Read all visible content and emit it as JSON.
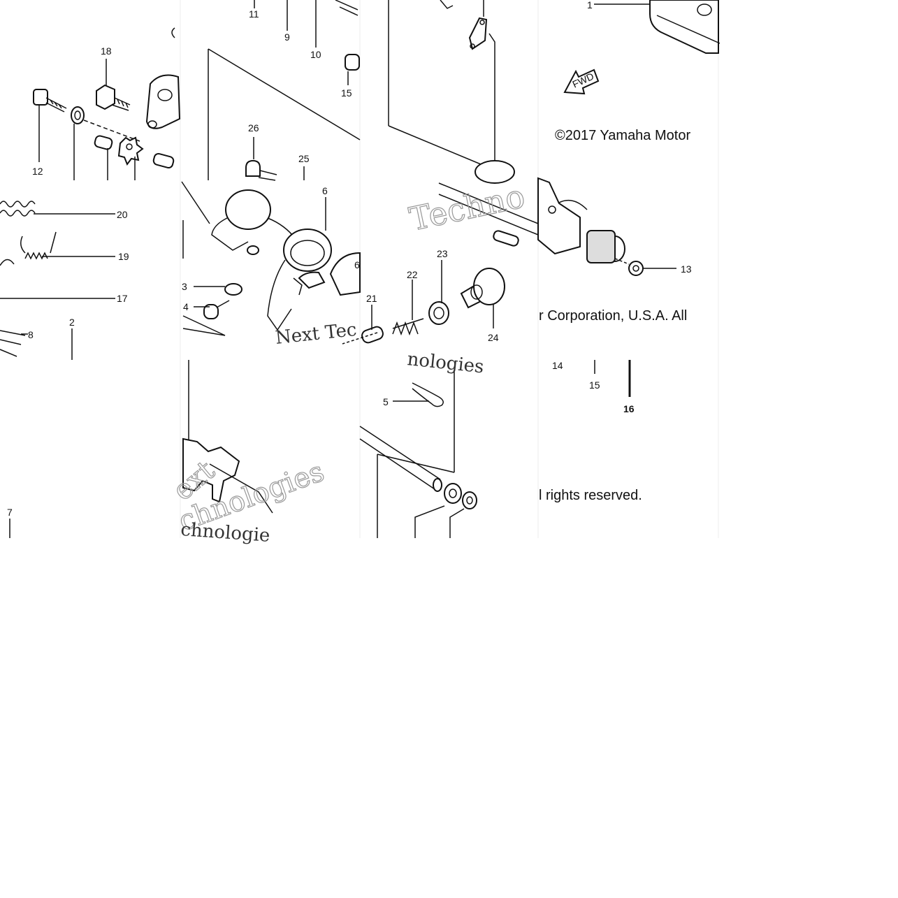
{
  "copyright": {
    "line1": "©2017 Yamaha Motor",
    "line2": "r Corporation, U.S.A. All",
    "line3": "l rights reserved."
  },
  "watermark": {
    "text_a": "Techno",
    "text_b": "Next Tec",
    "text_c": "nologies",
    "text_d": "ext",
    "text_e": "chnologies",
    "text_f": "chnologie"
  },
  "fwd_arrow_label": "FWD",
  "part_numbers": {
    "p1": "1",
    "p2": "2",
    "p3": "3",
    "p4": "4",
    "p5": "5",
    "p6": "6",
    "p6b": "6",
    "p7": "7",
    "p8": "8",
    "p9": "9",
    "p10": "10",
    "p11": "11",
    "p12": "12",
    "p13": "13",
    "p14": "14",
    "p15a": "15",
    "p15b": "15",
    "p16": "16",
    "p17": "17",
    "p18": "18",
    "p19": "19",
    "p20": "20",
    "p21": "21",
    "p22": "22",
    "p23": "23",
    "p24": "24",
    "p25": "25",
    "p26": "26"
  }
}
